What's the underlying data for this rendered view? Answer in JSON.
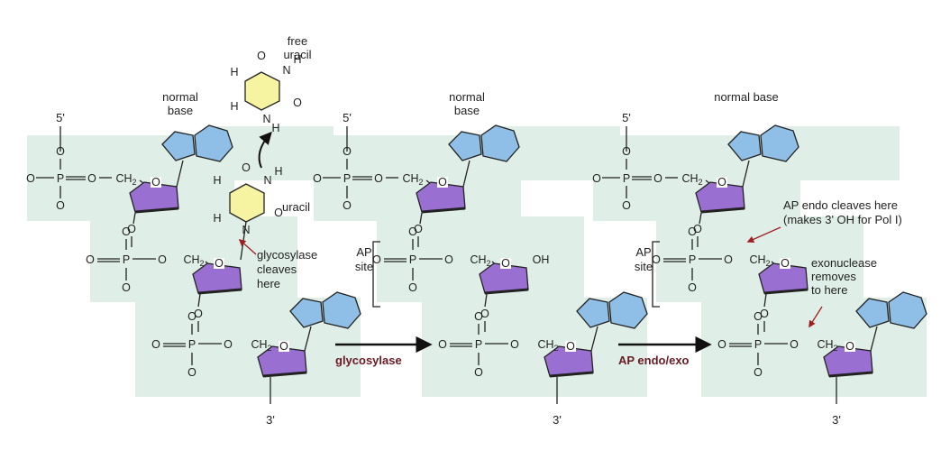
{
  "panels": [
    {
      "end5": "5'",
      "end3": "3'",
      "normal_base": [
        "normal",
        "base"
      ],
      "uracil_label": "uracil",
      "glycosylase_note": [
        "glycosylase",
        "cleaves",
        "here"
      ],
      "free_uracil": [
        "free",
        "uracil"
      ]
    },
    {
      "end5": "5'",
      "end3": "3'",
      "normal_base": [
        "normal",
        "base"
      ],
      "ap_site": [
        "AP",
        "site"
      ],
      "oh": "OH"
    },
    {
      "end5": "5'",
      "end3": "3'",
      "normal_base": [
        "normal base"
      ],
      "ap_site": [
        "AP",
        "site"
      ],
      "endo_note": [
        "AP endo cleaves here",
        "(makes 3' OH for Pol I)"
      ],
      "exo_note": [
        "exonuclease",
        "removes",
        "to here"
      ]
    }
  ],
  "steps": [
    "glycosylase",
    "AP endo/exo"
  ],
  "atoms": {
    "O": "O",
    "P": "P",
    "N": "N",
    "H": "H",
    "CH2": "CH",
    "sub2": "2"
  },
  "colors": {
    "shade": "#dfeee6",
    "sugar": "#9a6fd2",
    "base": "#8fbfe6",
    "uracil": "#f6f4a0",
    "arrow_red": "#a01e22",
    "step_text": "#6b1a24"
  }
}
